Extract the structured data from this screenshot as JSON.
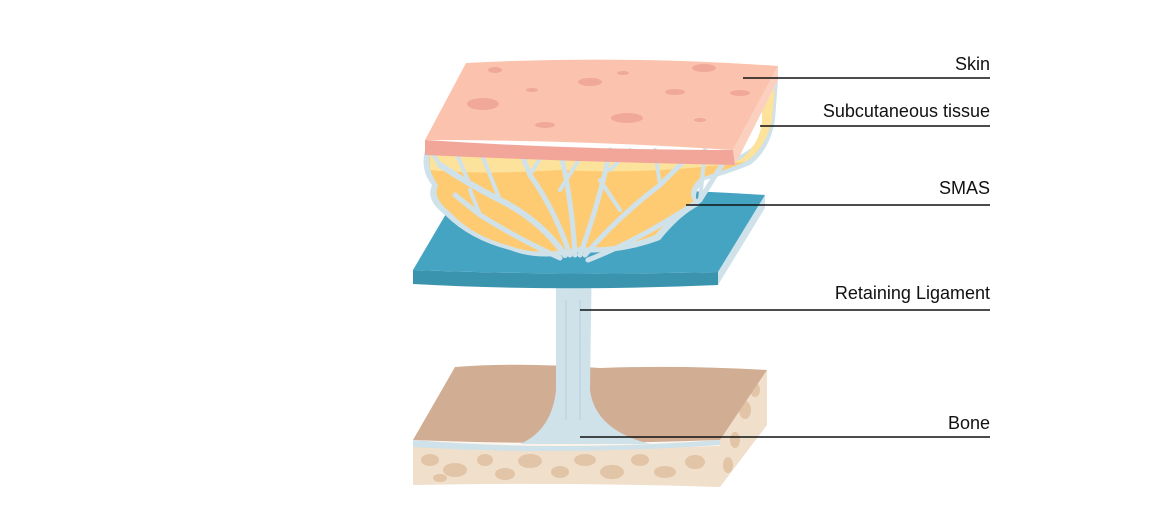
{
  "labels": {
    "skin": "Skin",
    "subcutaneous": "Subcutaneous tissue",
    "smas": "SMAS",
    "ligament": "Retaining Ligament",
    "bone": "Bone"
  },
  "colors": {
    "skin_top": "#fbc3ad",
    "skin_edge": "#f2a69a",
    "fat_light": "#fde29c",
    "fat": "#fecb73",
    "smas_top": "#46a4c3",
    "smas_edge": "#3b94ae",
    "ligament": "#cfe2ea",
    "bone_top": "#d1ae93",
    "bone_side": "#f0dfcb",
    "bone_spots": "#e2c4a6"
  }
}
